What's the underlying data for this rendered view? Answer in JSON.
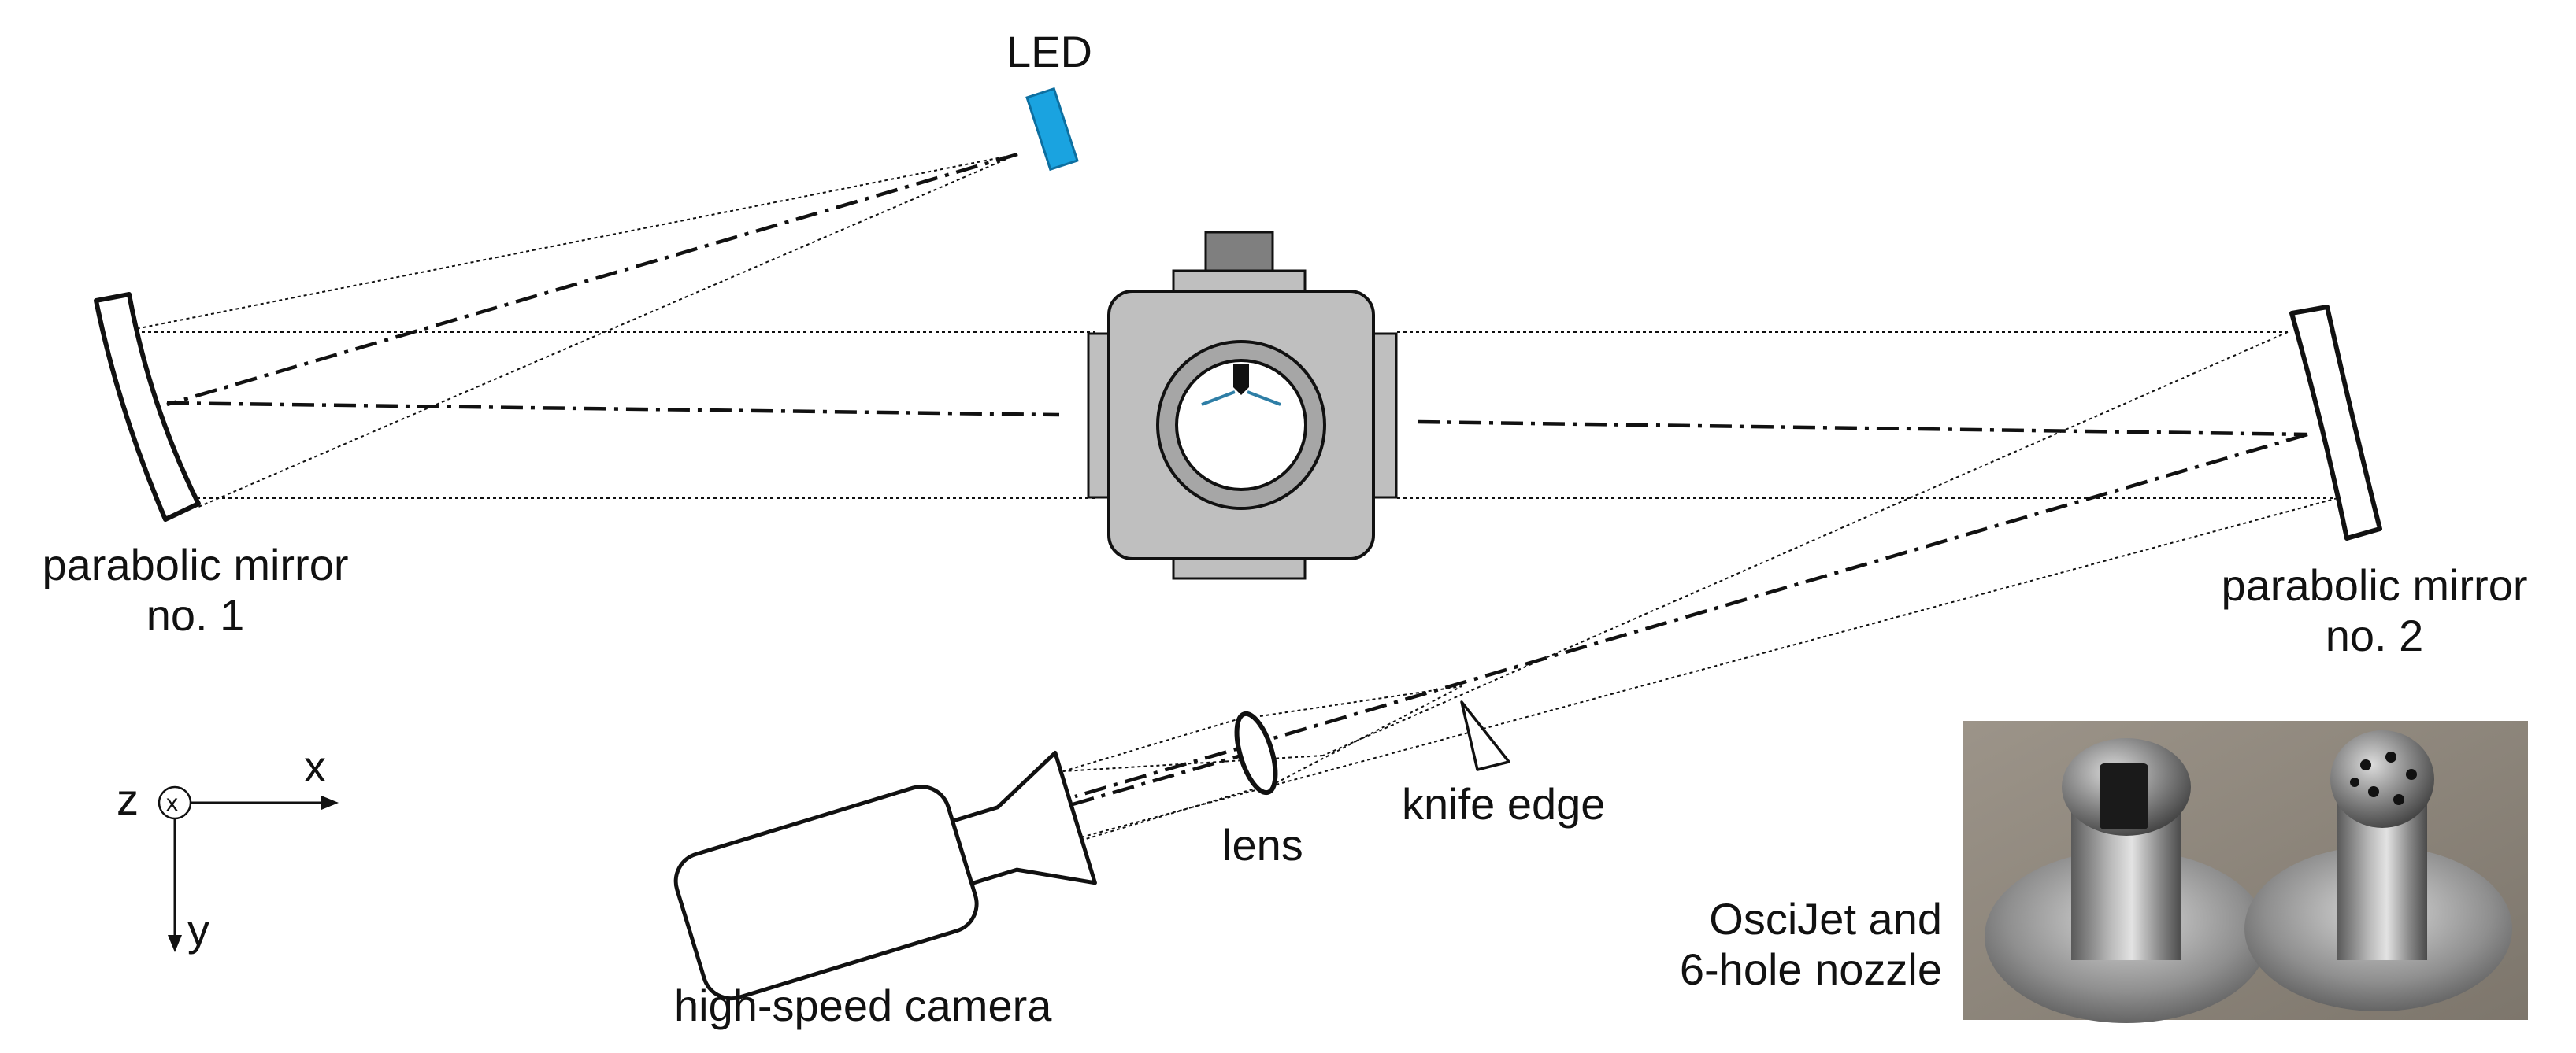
{
  "labels": {
    "led": "LED",
    "mirror1_line1": "parabolic mirror",
    "mirror1_line2": "no. 1",
    "mirror2_line1": "parabolic mirror",
    "mirror2_line2": "no. 2",
    "knife_edge": "knife edge",
    "lens": "lens",
    "camera": "high-speed camera",
    "photo_line1": "OsciJet and",
    "photo_line2": "6-hole nozzle"
  },
  "axes": {
    "x": "x",
    "y": "y",
    "z": "z",
    "z_symbol": "x"
  },
  "colors": {
    "led": "#1aa3e0",
    "chamber": "#bfbfbf",
    "chamber_dark": "#7f7f7f",
    "window_tint": "#2e7ea6",
    "photo_bg": "#8e857a",
    "metal": "#6f6f6f"
  },
  "icons": {
    "photo": "nozzle-photo",
    "knife": "triangle-outline",
    "axis_z": "circled-x-icon"
  }
}
